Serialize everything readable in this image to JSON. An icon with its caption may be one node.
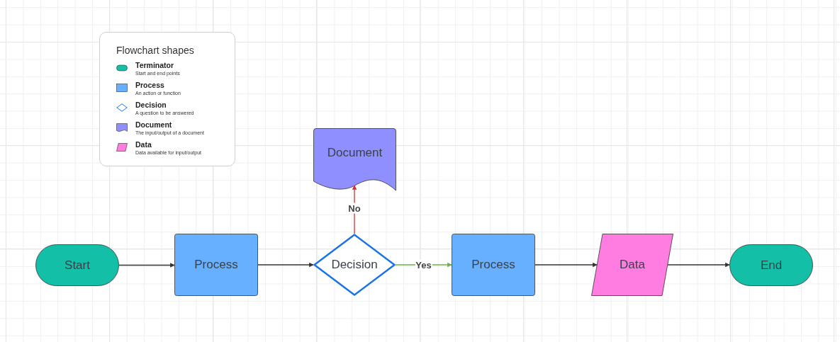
{
  "diagram": {
    "nodes": [
      {
        "text": [
          "Start"
        ]
      },
      {
        "text": [
          "Process"
        ]
      },
      {
        "text": [
          "Decision"
        ]
      },
      {
        "text": [
          "Document"
        ]
      },
      {
        "text": [
          "Process"
        ]
      },
      {
        "text": [
          "Data"
        ]
      },
      {
        "text": [
          "End"
        ]
      }
    ],
    "edges": [
      {
        "from": 0,
        "to": 1,
        "arrow": "to"
      },
      {
        "from": 1,
        "to": 2,
        "arrow": "to"
      },
      {
        "from": 2,
        "to": 3,
        "arrow": "to",
        "label": "No",
        "color": "#d32f2f"
      },
      {
        "from": 2,
        "to": 4,
        "arrow": "to",
        "label": "Yes",
        "color": "#6ab04c"
      },
      {
        "from": 4,
        "to": 5,
        "arrow": "to"
      },
      {
        "from": 5,
        "to": 6,
        "arrow": "to"
      }
    ],
    "labels": [
      "Flowchart shapes",
      "Start and end points",
      "An action or function",
      "A question to be answered",
      "The input/output of a document",
      "Data available for input/output"
    ],
    "legend": [
      {
        "text": "Terminator"
      },
      {
        "text": "Process"
      },
      {
        "text": "Decision"
      },
      {
        "text": "Document"
      },
      {
        "text": "Data"
      }
    ]
  }
}
